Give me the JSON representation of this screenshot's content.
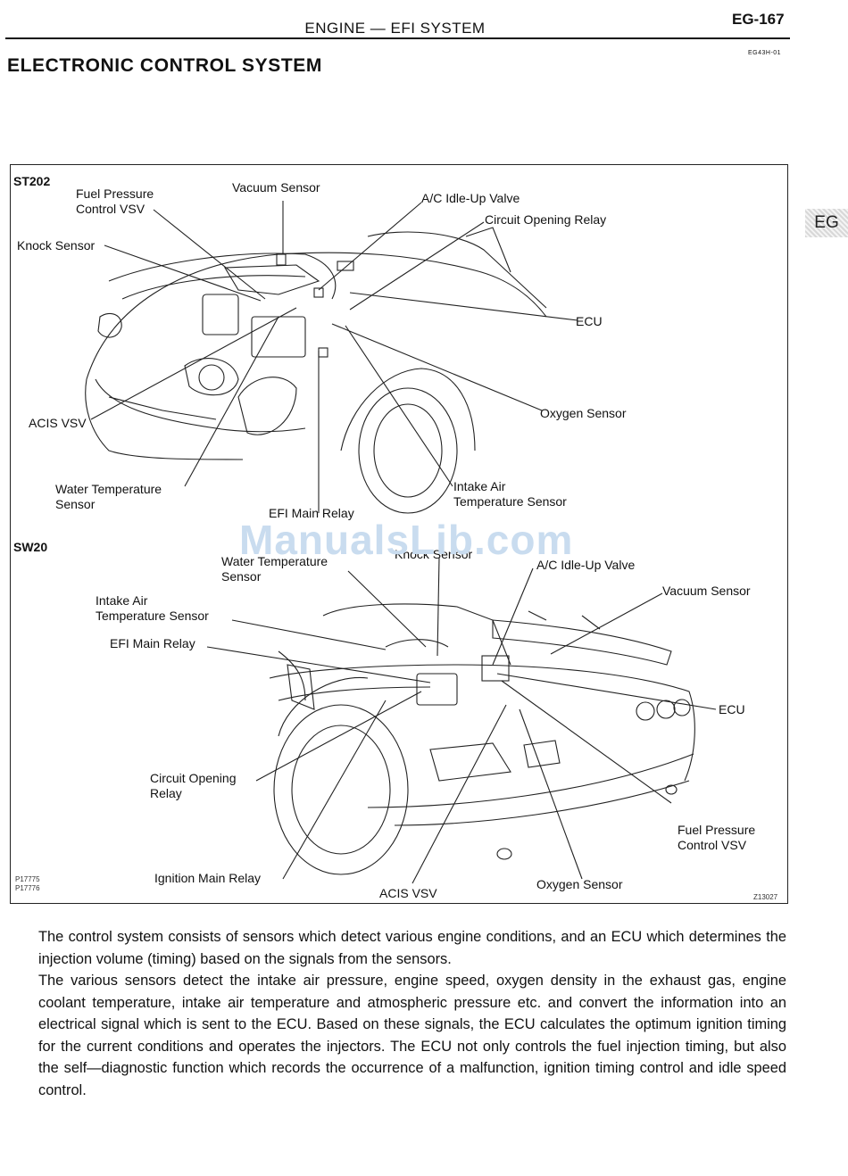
{
  "header": {
    "title": "ENGINE — EFI SYSTEM",
    "page_number": "EG-167",
    "doc_code": "EG43H-01"
  },
  "section_title": "ELECTRONIC CONTROL SYSTEM",
  "side_tab": "EG",
  "watermark": "ManualsLib.com",
  "figure": {
    "st202": {
      "label": "ST202",
      "labels": {
        "fuel_pressure_vsv": "Fuel Pressure\nControl VSV",
        "vacuum_sensor": "Vacuum Sensor",
        "ac_idle_up_valve": "A/C Idle-Up Valve",
        "circuit_opening_relay": "Circuit Opening Relay",
        "knock_sensor": "Knock Sensor",
        "ecu": "ECU",
        "oxygen_sensor": "Oxygen Sensor",
        "acis_vsv": "ACIS VSV",
        "water_temp_sensor": "Water Temperature\nSensor",
        "intake_air_temp_sensor": "Intake Air\nTemperature Sensor",
        "efi_main_relay": "EFI Main Relay"
      }
    },
    "sw20": {
      "label": "SW20",
      "labels": {
        "water_temp_sensor": "Water Temperature\nSensor",
        "knock_sensor": "Knock Sensor",
        "ac_idle_up_valve": "A/C Idle-Up Valve",
        "vacuum_sensor": "Vacuum Sensor",
        "intake_air_temp_sensor": "Intake Air\nTemperature Sensor",
        "efi_main_relay": "EFI Main Relay",
        "ecu": "ECU",
        "circuit_opening_relay": "Circuit Opening\nRelay",
        "fuel_pressure_vsv": "Fuel Pressure\nControl VSV",
        "ignition_main_relay": "Ignition Main Relay",
        "acis_vsv": "ACIS VSV",
        "oxygen_sensor": "Oxygen Sensor"
      }
    },
    "ref_codes": "P17775\nP17776",
    "fig_id": "Z13027"
  },
  "body": {
    "paragraph_1": "The control system consists of sensors which detect various engine conditions, and an ECU which determines the injection volume (timing) based on the signals from the sensors.",
    "paragraph_2": "The various sensors detect the intake air pressure, engine speed, oxygen density in the exhaust gas, engine coolant temperature, intake air temperature and atmospheric pressure etc. and convert the information into an electrical signal which is sent to the ECU. Based on these signals, the ECU calculates the optimum ignition timing for the current conditions and operates the injectors. The ECU not only controls the fuel injection timing, but also the self—diagnostic function which records the occurrence of a malfunction, ignition timing control and idle speed control."
  }
}
